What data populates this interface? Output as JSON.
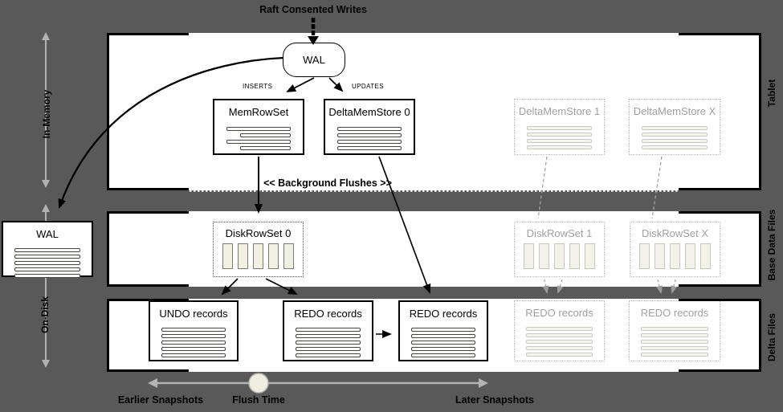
{
  "colors": {
    "background": "#595959",
    "band": "#ffffff",
    "ink": "#000000",
    "muted_text": "#a0a0a0",
    "muted_border": "#b9b9b9",
    "file_fill": "#f1f0e2",
    "gray_arrow": "#b3b3b3",
    "dashed_arrow": "#9c9c9c"
  },
  "header": {
    "title": "Raft Consented Writes"
  },
  "flow": {
    "inserts_label": "INSERTS",
    "updates_label": "UPDATES",
    "background_flushes_label": "<< Background Flushes >>"
  },
  "side_labels": {
    "in_memory": "In-Memory",
    "on_disk": "On-Disk"
  },
  "band_labels": {
    "tablet": "Tablet",
    "base_data_files": "Base Data Files",
    "delta_files": "Delta Files"
  },
  "boxes": {
    "wal": {
      "title": "WAL"
    },
    "wal_disk": {
      "title": "WAL"
    },
    "memrowset": {
      "title": "MemRowSet"
    },
    "delta_mem_store_0": {
      "title": "DeltaMemStore 0"
    },
    "delta_mem_store_1": {
      "title": "DeltaMemStore 1"
    },
    "delta_mem_store_x": {
      "title": "DeltaMemStore X"
    },
    "disk_row_set_0": {
      "title": "DiskRowSet 0"
    },
    "disk_row_set_1": {
      "title": "DiskRowSet 1"
    },
    "disk_row_set_x": {
      "title": "DiskRowSet X"
    },
    "undo_records": {
      "title": "UNDO records"
    },
    "redo_records_1": {
      "title": "REDO records"
    },
    "redo_records_2": {
      "title": "REDO records"
    },
    "redo_records_3": {
      "title": "REDO records"
    },
    "redo_records_4": {
      "title": "REDO records"
    }
  },
  "timeline": {
    "earlier": "Earlier Snapshots",
    "flush_time": "Flush Time",
    "later": "Later Snapshots"
  }
}
